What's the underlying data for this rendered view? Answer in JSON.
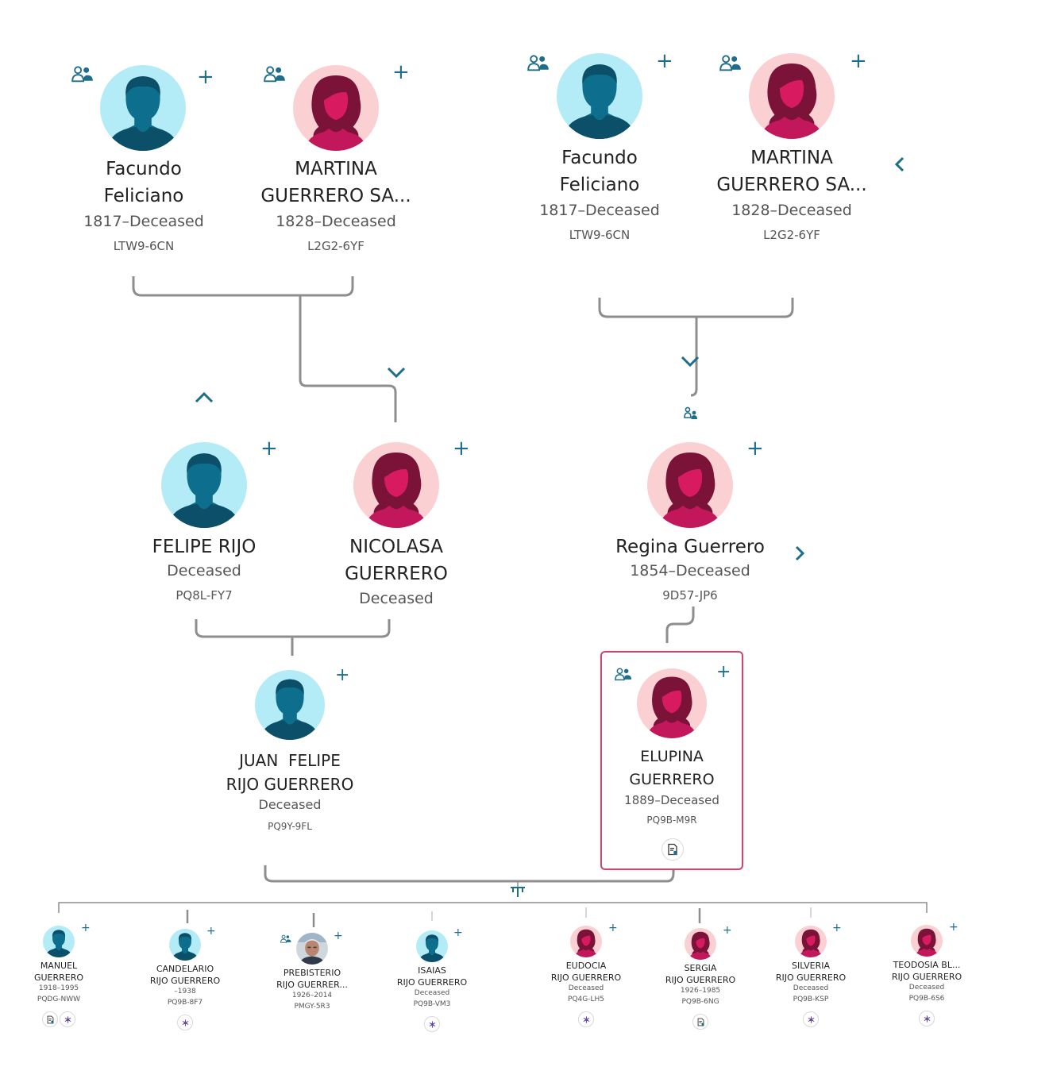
{
  "icons": {
    "add": "+",
    "male_avatar": "male-silhouette-icon",
    "female_avatar": "female-silhouette-icon",
    "couple": "couple-icon",
    "record": "record-hint-icon",
    "research": "research-hint-icon",
    "family": "family-icon"
  },
  "colors": {
    "accent": "#1d6d8c",
    "male_bg": "#b3ecf6",
    "male_fg": "#0d6f8d",
    "female_bg": "#fbd0d2",
    "female_fg": "#c2185b",
    "female_hair": "#7b1238",
    "selected_border": "#c04a72",
    "connector": "#8e8e8e"
  },
  "tree": {
    "gg1_father": {
      "name1": "Facundo",
      "name2": "Feliciano",
      "lifespan": "1817–Deceased",
      "pid": "LTW9-6CN"
    },
    "gg1_mother": {
      "name1": "MARTINA",
      "name2": "GUERRERO SA...",
      "lifespan": "1828–Deceased",
      "pid": "L2G2-6YF"
    },
    "gg2_father": {
      "name1": "Facundo",
      "name2": "Feliciano",
      "lifespan": "1817–Deceased",
      "pid": "LTW9-6CN"
    },
    "gg2_mother": {
      "name1": "MARTINA",
      "name2": "GUERRERO SA...",
      "lifespan": "1828–Deceased",
      "pid": "L2G2-6YF"
    },
    "gp_father": {
      "name1": "FELIPE RIJO",
      "lifespan": "Deceased",
      "pid": "PQ8L-FY7"
    },
    "gp_mother": {
      "name1": "NICOLASA",
      "name2": "GUERRERO",
      "lifespan": "Deceased"
    },
    "gp2_mother": {
      "name1": "Regina Guerrero",
      "lifespan": "1854–Deceased",
      "pid": "9D57-JP6"
    },
    "father": {
      "name1": "JUAN  FELIPE",
      "name2": "RIJO GUERRERO",
      "lifespan": "Deceased",
      "pid": "PQ9Y-9FL"
    },
    "mother": {
      "name1": "ELUPINA",
      "name2": "GUERRERO",
      "lifespan": "1889–Deceased",
      "pid": "PQ9B-M9R"
    }
  },
  "children": [
    {
      "name1": "MANUEL",
      "name2": "GUERRERO",
      "lifespan": "1918–1995",
      "pid": "PQDG-NWW",
      "sex": "male"
    },
    {
      "name1": "CANDELARIO",
      "name2": "RIJO GUERRERO",
      "lifespan": "–1938",
      "pid": "PQ9B-8F7",
      "sex": "male"
    },
    {
      "name1": "PREBISTERIO",
      "name2": "RIJO GUERRER...",
      "lifespan": "1926–2014",
      "pid": "PMGY-5R3",
      "sex": "photo"
    },
    {
      "name1": "ISAIAS",
      "name2": "RIJO GUERRERO",
      "lifespan": "Deceased",
      "pid": "PQ9B-VM3",
      "sex": "male"
    },
    {
      "name1": "EUDOCIA",
      "name2": "RIJO GUERRERO",
      "lifespan": "Deceased",
      "pid": "PQ4G-LH5",
      "sex": "female"
    },
    {
      "name1": "SERGIA",
      "name2": "RIJO GUERRERO",
      "lifespan": "1926–1985",
      "pid": "PQ9B-6NG",
      "sex": "female"
    },
    {
      "name1": "SILVERIA",
      "name2": "RIJO GUERRERO",
      "lifespan": "Deceased",
      "pid": "PQ9B-KSP",
      "sex": "female"
    },
    {
      "name1": "TEODOSIA BL...",
      "name2": "RIJO GUERRERO",
      "lifespan": "Deceased",
      "pid": "PQ9B-6S6",
      "sex": "female"
    }
  ]
}
